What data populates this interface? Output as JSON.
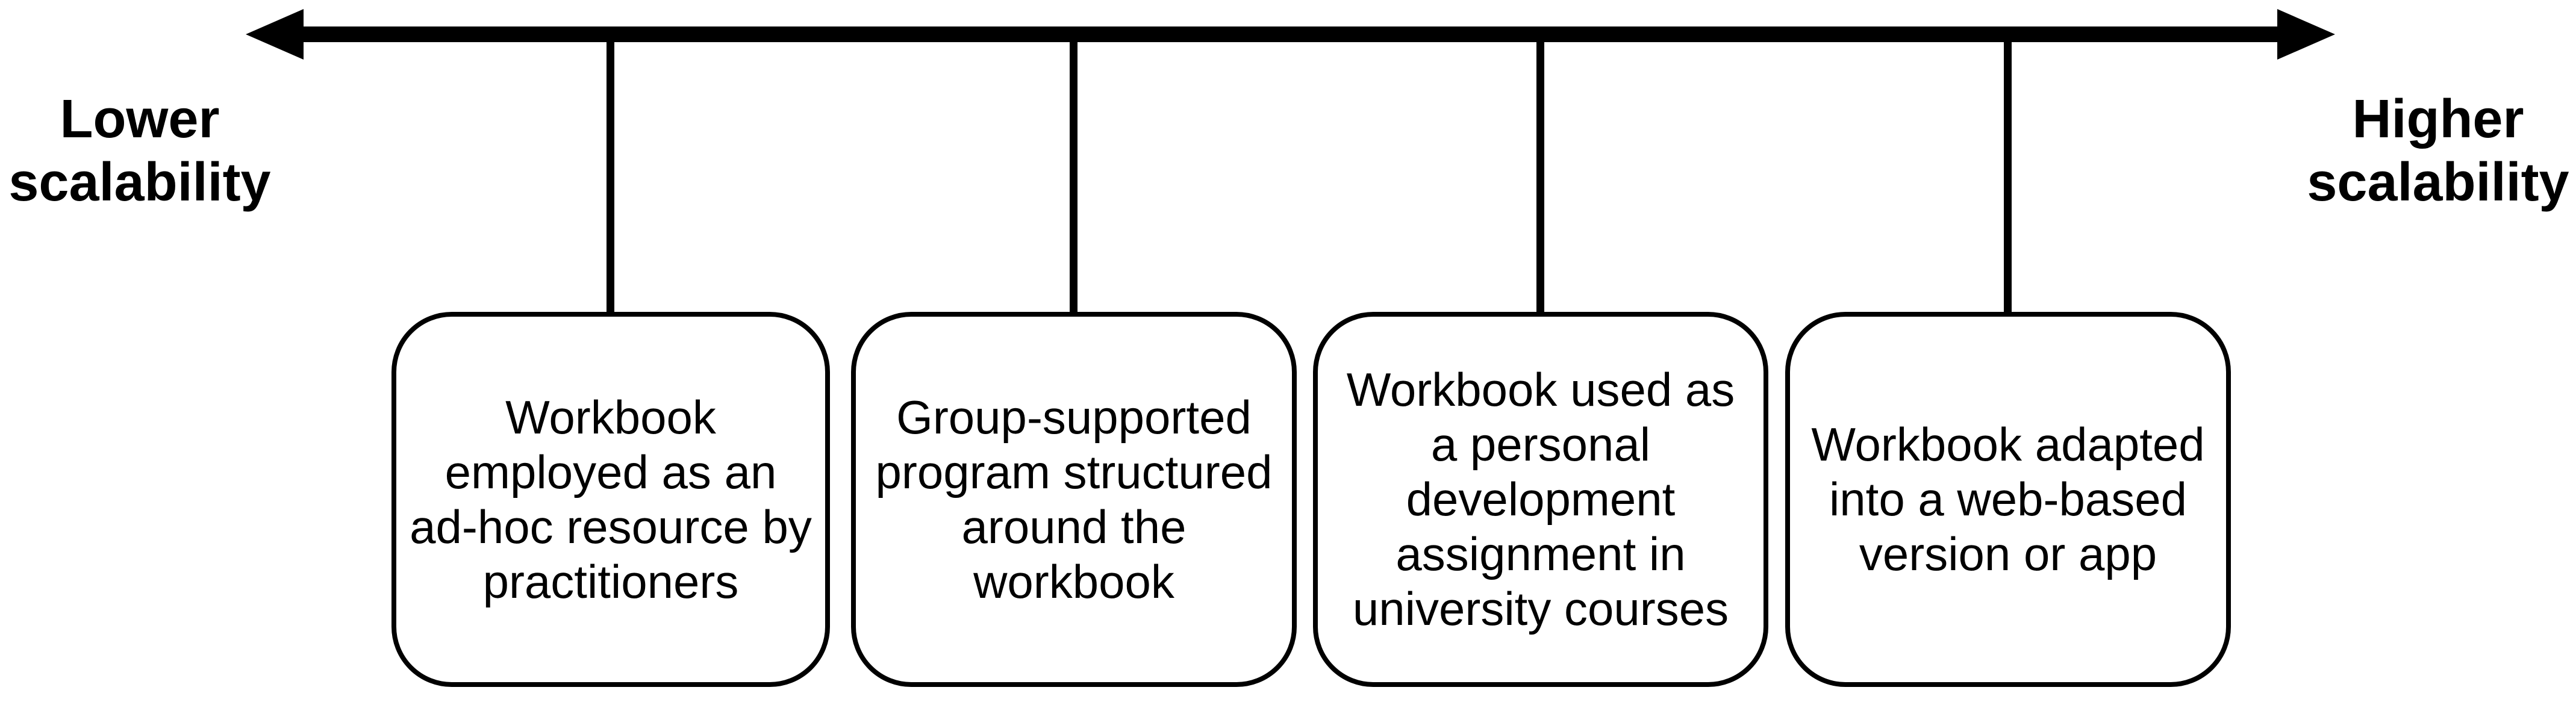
{
  "figure": {
    "axis": {
      "left_label": "Lower\nscalability",
      "right_label": "Higher\nscalability"
    },
    "boxes": [
      {
        "label": "Workbook\nemployed as an\nad-hoc resource by\npractitioners"
      },
      {
        "label": "Group-supported\nprogram structured\naround the\nworkbook"
      },
      {
        "label": "Workbook used as\na personal\ndevelopment\nassignment in\nuniversity courses"
      },
      {
        "label": "Workbook adapted\ninto a web-based\nversion or app"
      }
    ],
    "colors": {
      "line": "#000000",
      "text": "#000000",
      "background": "#ffffff"
    }
  }
}
